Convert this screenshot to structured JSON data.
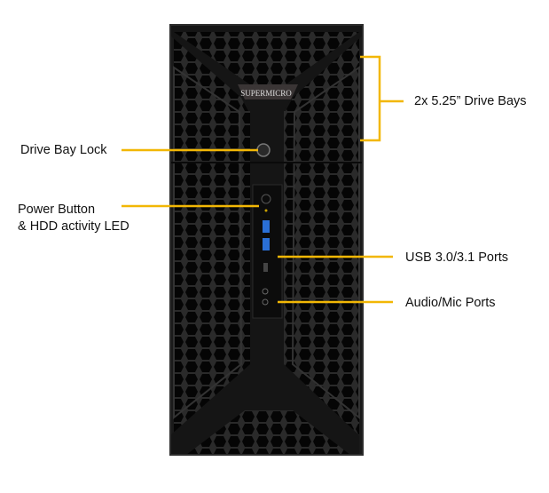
{
  "brand": "SUPERMICRO",
  "callout_color": "#f2b705",
  "labels": {
    "drive_bays": "2x 5.25” Drive Bays",
    "drive_bay_lock": "Drive Bay Lock",
    "power_button_line1": "Power Button",
    "power_button_line2": "& HDD activity LED",
    "usb_ports": "USB 3.0/3.1 Ports",
    "audio_ports": "Audio/Mic Ports"
  }
}
